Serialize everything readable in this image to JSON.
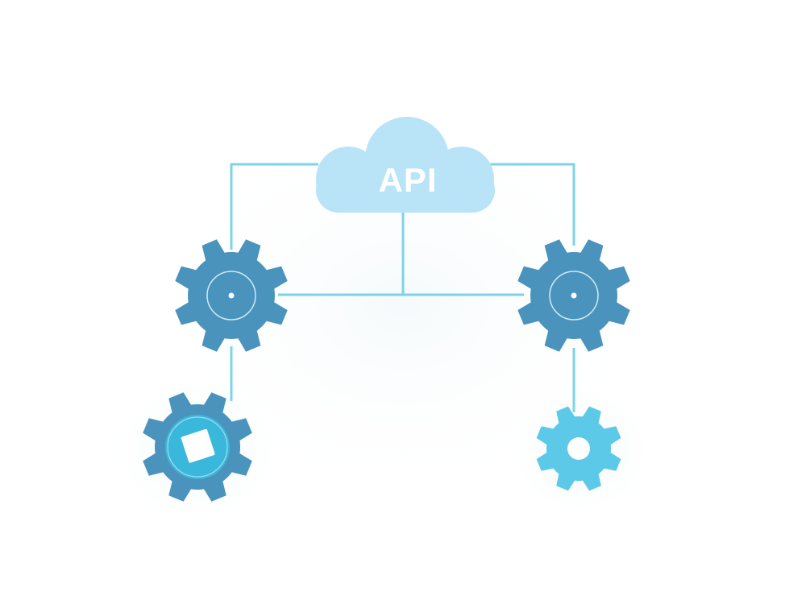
{
  "diagram": {
    "cloud": {
      "label": "API",
      "icon": "cloud-icon"
    },
    "nodes": [
      {
        "id": "gear-upper-left",
        "icon": "gear-icon",
        "center": "dot"
      },
      {
        "id": "gear-upper-right",
        "icon": "gear-icon",
        "center": "dot"
      },
      {
        "id": "gear-lower-left",
        "icon": "gear-icon",
        "center": "square"
      },
      {
        "id": "gear-lower-right",
        "icon": "gear-icon",
        "center": "hole"
      }
    ],
    "links": [
      {
        "from": "cloud",
        "to": "gear-upper-left"
      },
      {
        "from": "cloud",
        "to": "gear-upper-right"
      },
      {
        "from": "cloud",
        "to": "hub-line"
      },
      {
        "from": "gear-upper-left",
        "to": "gear-upper-right"
      },
      {
        "from": "gear-upper-left",
        "to": "gear-lower-left"
      },
      {
        "from": "gear-upper-right",
        "to": "gear-lower-right"
      }
    ]
  },
  "colors": {
    "background": "#ffffff",
    "line": "#7dd3e8",
    "cloud": "#b9e3f6",
    "cloud_text": "#ffffff",
    "gear_dark": "#4a93bd",
    "gear_bright": "#3ab8dc",
    "gear_light": "#5cc9e8",
    "gear_inner_ring": "#cfeaf6"
  }
}
